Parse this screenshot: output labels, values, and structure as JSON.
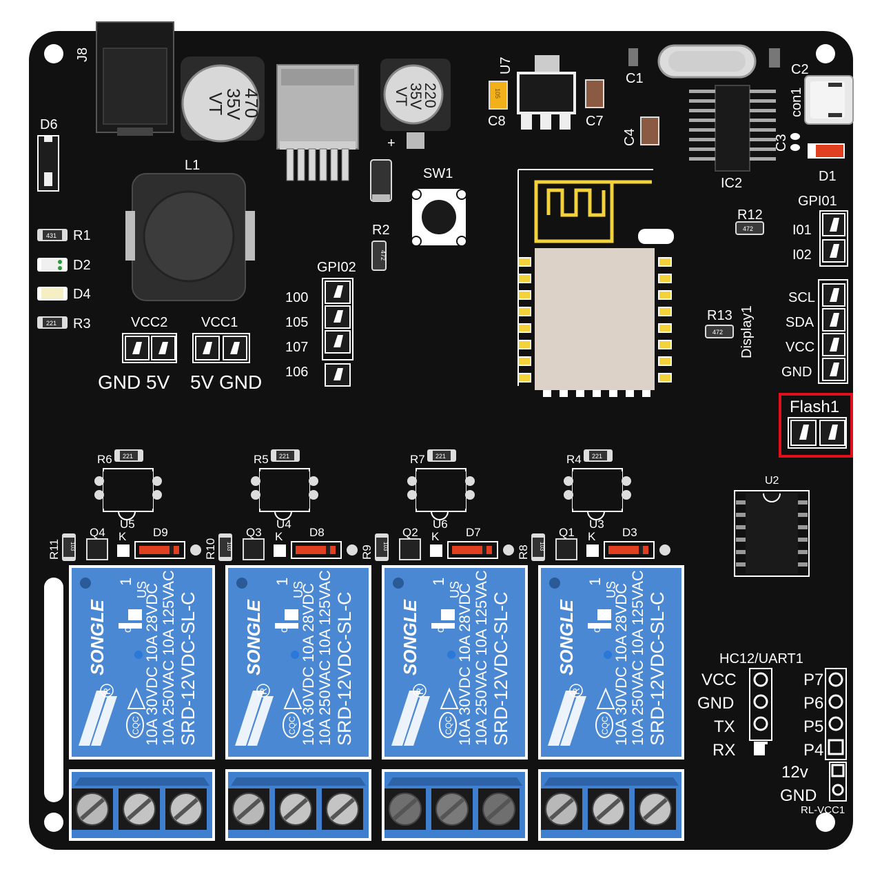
{
  "colors": {
    "board": "#111111",
    "highlight": "#e0101a",
    "relay_blue": "#4a88d4",
    "terminal_blue": "#3f7fd0",
    "gold": "#f4d23c",
    "module": "#ddd2c8"
  },
  "components": {
    "j8": "J8",
    "d6": "D6",
    "l1": "L1",
    "cap_470": [
      "470",
      "35V",
      "VT"
    ],
    "cap_220": [
      "220",
      "35V",
      "VT"
    ],
    "cap_220_plus": "+",
    "u7": "U7",
    "c8": "C8",
    "c8_value": "105",
    "c7": "C7",
    "c1": "C1",
    "c4": "C4",
    "c2": "C2",
    "con1": "con1",
    "c3": "C3",
    "d1": "D1",
    "ic2": "IC2",
    "sw1": "SW1",
    "r2": "R2",
    "r2_value": "472",
    "r12": "R12",
    "r12_value": "472",
    "r13": "R13",
    "r13_value": "472",
    "display1": "Display1",
    "u2": "U2"
  },
  "left_parts": [
    {
      "value": "431",
      "label": "R1"
    },
    {
      "value": "",
      "label": "D2"
    },
    {
      "value": "",
      "label": "D4"
    },
    {
      "value": "221",
      "label": "R3"
    }
  ],
  "power": {
    "vcc2": "VCC2",
    "vcc1": "VCC1",
    "vcc2_pins": "GND 5V",
    "vcc1_pins": "5V GND"
  },
  "gpio2": {
    "title": "GPI02",
    "pins": [
      "100",
      "105",
      "107",
      "106"
    ]
  },
  "gpio1": {
    "title": "GPI01",
    "pins": [
      "I01",
      "I02"
    ]
  },
  "display_header": {
    "pins": [
      "SCL",
      "SDA",
      "VCC",
      "GND"
    ]
  },
  "flash": {
    "label": "Flash1"
  },
  "relay_channels": [
    {
      "r_top": "R6",
      "r_top_value": "221",
      "opto": "U5",
      "r_side": "R11",
      "r_side_value": "103",
      "q": "Q4",
      "k": "K",
      "diode": "D9"
    },
    {
      "r_top": "R5",
      "r_top_value": "221",
      "opto": "U4",
      "r_side": "R10",
      "r_side_value": "103",
      "q": "Q3",
      "k": "K",
      "diode": "D8"
    },
    {
      "r_top": "R7",
      "r_top_value": "221",
      "opto": "U6",
      "r_side": "R9",
      "r_side_value": "103",
      "q": "Q2",
      "k": "K",
      "diode": "D7"
    },
    {
      "r_top": "R4",
      "r_top_value": "221",
      "opto": "U3",
      "r_side": "R8",
      "r_side_value": "103",
      "q": "Q1",
      "k": "K",
      "diode": "D3"
    }
  ],
  "relay_text": {
    "model": "SRD-12VDC-SL-C",
    "line1": "10A 250VAC  10A 125VAC",
    "line2": "10A  30VDC  10A  28VDC",
    "brand": "SONGLE",
    "cert_c": "c",
    "cert_us": "US",
    "cert_1": "1",
    "cqc": "CQC",
    "reg": "R"
  },
  "uart": {
    "title": "HC12/UART1",
    "left_pins": [
      "VCC",
      "GND",
      "TX",
      "RX"
    ],
    "right_pins": [
      "P7",
      "P6",
      "P5",
      "P4"
    ],
    "rl_pins": [
      "12v",
      "GND"
    ],
    "rl_title": "RL-VCC1"
  }
}
